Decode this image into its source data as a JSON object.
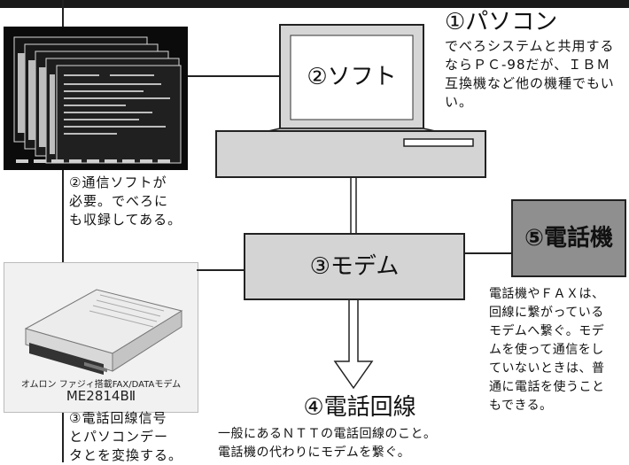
{
  "pc": {
    "title": "①パソコン",
    "desc": [
      "でべろシステムと共用する",
      "ならＰＣ-98だが、ＩＢＭ",
      "互換機など他の機種でもい",
      "い。"
    ]
  },
  "software": {
    "box_label": "②ソフト",
    "caption": [
      "②通信ソフトが",
      "必要。でべろに",
      "も収録してある。"
    ]
  },
  "modem": {
    "box_label": "③モデム",
    "photo_label_1": "オムロン ファジィ搭載FAX/DATAモデム",
    "photo_label_2": "ME2814BⅡ",
    "caption": [
      "③電話回線信号",
      "とパソコンデー",
      "タとを変換する。"
    ]
  },
  "telephone": {
    "box_label": "⑤電話機",
    "desc": [
      "電話機やＦＡＸは、",
      "回線に繋がっている",
      "モデムへ繋ぐ。モデ",
      "ムを使って通信をし",
      "ていないときは、普",
      "通に電話を使うこと",
      "もできる。"
    ]
  },
  "line": {
    "title": "④電話回線",
    "desc": [
      "一般にあるＮＴＴの電話回線のこと。",
      "電話機の代わりにモデムを繋ぐ。"
    ]
  },
  "colors": {
    "box_fill": "#d4d4d4",
    "phone_fill": "#8f8f8f",
    "screen_bg": "#111111"
  }
}
